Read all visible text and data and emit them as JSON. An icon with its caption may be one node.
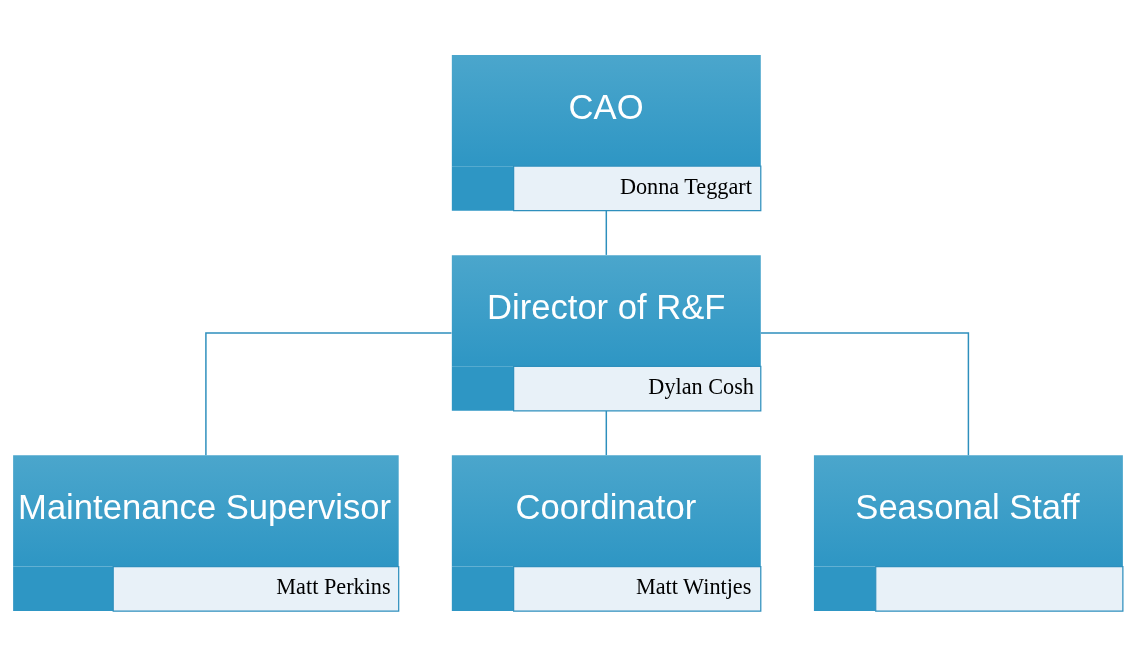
{
  "diagram": {
    "nodes": [
      {
        "text": [
          "CAO",
          "Donna Teggart"
        ]
      },
      {
        "text": [
          "Director of R&F",
          "Dylan Cosh"
        ]
      },
      {
        "text": [
          "Maintenance Supervisor",
          "Matt Perkins"
        ]
      },
      {
        "text": [
          "Coordinator",
          "Matt Wintjes"
        ]
      },
      {
        "text": [
          "Seasonal Staff"
        ]
      }
    ],
    "edges": [
      {
        "from": 0,
        "to": 1,
        "arrow": "none"
      },
      {
        "from": 1,
        "to": 2,
        "arrow": "none"
      },
      {
        "from": 1,
        "to": 3,
        "arrow": "none"
      },
      {
        "from": 1,
        "to": 4,
        "arrow": "none"
      }
    ]
  }
}
